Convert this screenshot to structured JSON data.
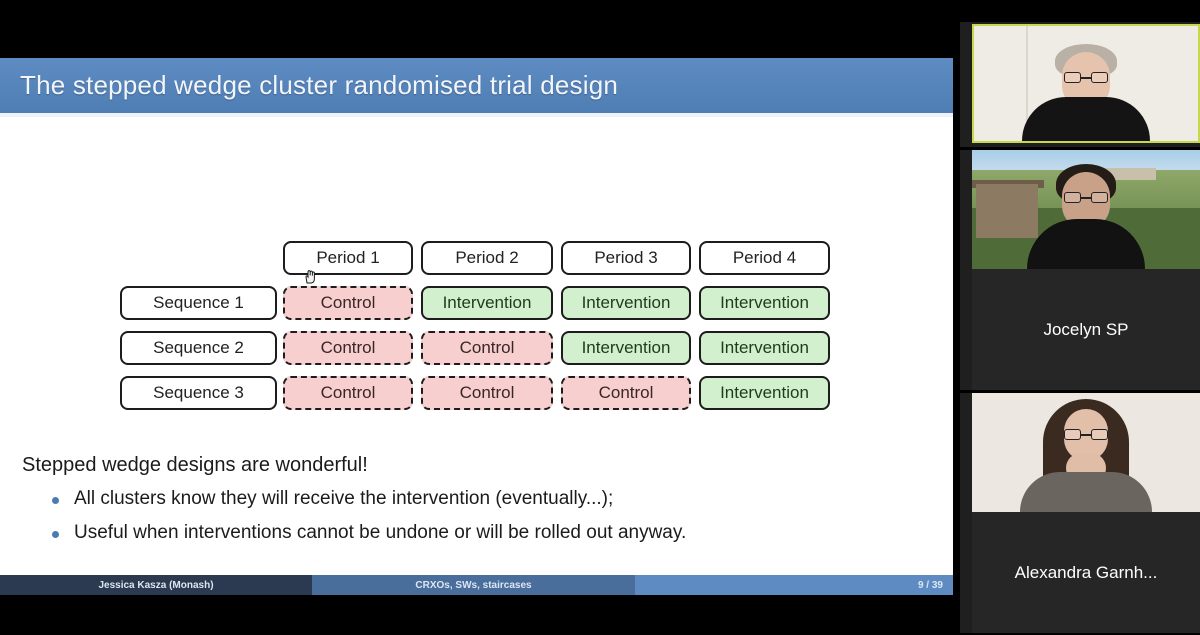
{
  "slide": {
    "title": "The stepped wedge cluster randomised trial design",
    "diagram": {
      "corner_label": "",
      "period_headers": [
        "Period 1",
        "Period 2",
        "Period 3",
        "Period 4"
      ],
      "row_labels": [
        "Sequence 1",
        "Sequence 2",
        "Sequence 3"
      ],
      "cells": [
        [
          "Control",
          "Intervention",
          "Intervention",
          "Intervention"
        ],
        [
          "Control",
          "Control",
          "Intervention",
          "Intervention"
        ],
        [
          "Control",
          "Control",
          "Control",
          "Intervention"
        ]
      ],
      "legend_colors": {
        "control_fill": "#f7cfcf",
        "intervention_fill": "#d2f0cd",
        "border": "#1c1c1c"
      }
    },
    "lead_text": "Stepped wedge designs are wonderful!",
    "bullets": [
      "All clusters know they will receive the intervention (eventually...);",
      "Useful when interventions cannot be undone or will be rolled out anyway."
    ],
    "footer": {
      "author": "Jessica Kasza  (Monash)",
      "topic": "CRXOs, SWs, staircases",
      "page": "9 / 39"
    },
    "theme": {
      "title_band": "#5e8cc2",
      "bullet_marker": "#4a7bb5",
      "footer_left": "#2b3a51",
      "footer_mid": "#4a6e9c",
      "footer_right": "#5e8cc2"
    },
    "cursor": {
      "icon": "hand-cursor"
    }
  },
  "video_rail": {
    "tiles": [
      {
        "name": "",
        "active_speaker": true,
        "speaker_border": "#c8d84a"
      },
      {
        "name": "Jocelyn SP",
        "active_speaker": false,
        "speaker_border": ""
      },
      {
        "name": "Alexandra Garnh...",
        "active_speaker": false,
        "speaker_border": ""
      }
    ]
  }
}
